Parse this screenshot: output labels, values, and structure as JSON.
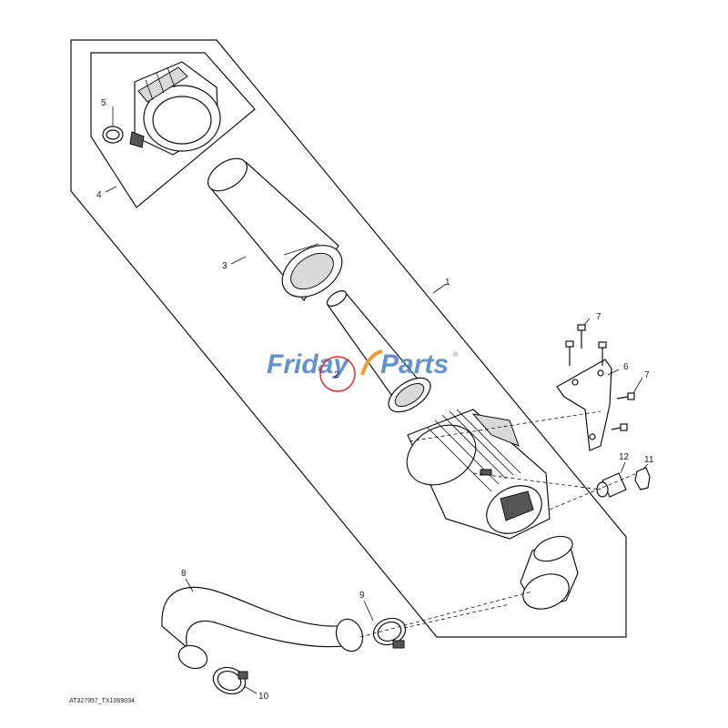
{
  "callouts": {
    "c1": "1",
    "c2": "2",
    "c3": "3",
    "c4": "4",
    "c5": "5",
    "c6": "6",
    "c7a": "7",
    "c7b": "7",
    "c8": "8",
    "c9": "9",
    "c10": "10",
    "c11": "11",
    "c12": "12"
  },
  "reference_code": "AT327957_TX1069034",
  "watermark": {
    "part1": "Friday",
    "part2": "Parts",
    "mark": "®"
  },
  "colors": {
    "watermark_blue": "#4a7fc1",
    "watermark_orange": "#f29a2e",
    "highlight_red": "#e02b2b"
  }
}
